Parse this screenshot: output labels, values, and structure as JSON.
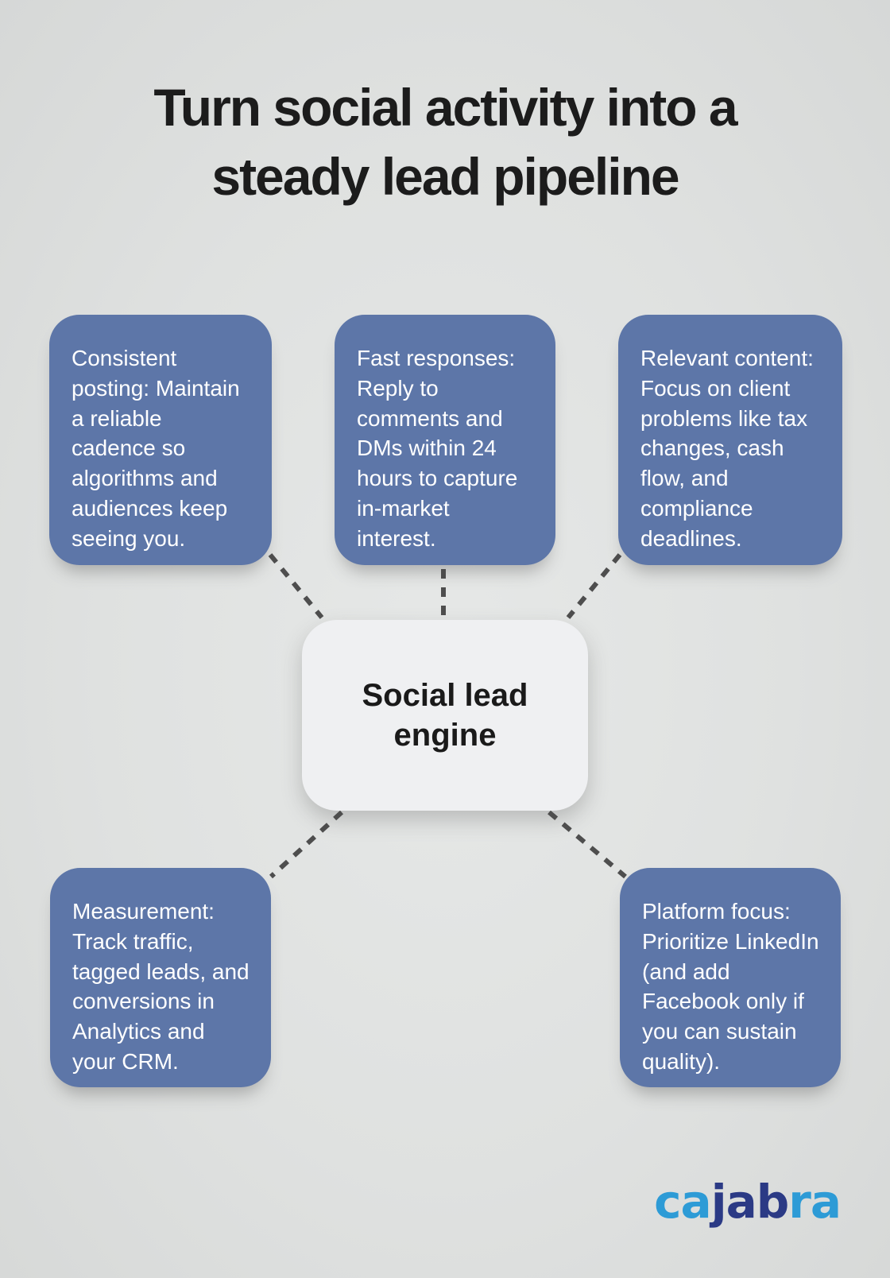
{
  "title": {
    "line1": "Turn social activity into a",
    "line2": "steady lead pipeline"
  },
  "center": {
    "label": "Social lead engine"
  },
  "nodes": [
    {
      "id": "consistent-posting",
      "label": "Consistent posting: Maintain a reliable cadence so algorithms and audiences keep seeing you."
    },
    {
      "id": "fast-responses",
      "label": "Fast responses: Reply to comments and DMs within 24 hours to capture in-market interest."
    },
    {
      "id": "relevant-content",
      "label": "Relevant content: Focus on client problems like tax changes, cash flow, and compliance deadlines."
    },
    {
      "id": "measurement",
      "label": "Measurement: Track traffic, tagged leads, and conversions in Analytics and your CRM."
    },
    {
      "id": "platform-focus",
      "label": "Platform focus: Prioritize LinkedIn (and add Facebook only if you can sustain quality)."
    }
  ],
  "logo": {
    "part1": "ca",
    "part2": "jab",
    "part3": "ra"
  },
  "colors": {
    "background": "#DFE1E0",
    "node_fill": "#5D76A8",
    "node_text": "#FFFFFF",
    "center_fill": "#EFF0F2",
    "center_text": "#1A1A1A",
    "title_text": "#1C1C1C",
    "connector": "#4E4E4E",
    "logo_light_blue": "#2D9BD6",
    "logo_navy": "#2B3A85"
  }
}
